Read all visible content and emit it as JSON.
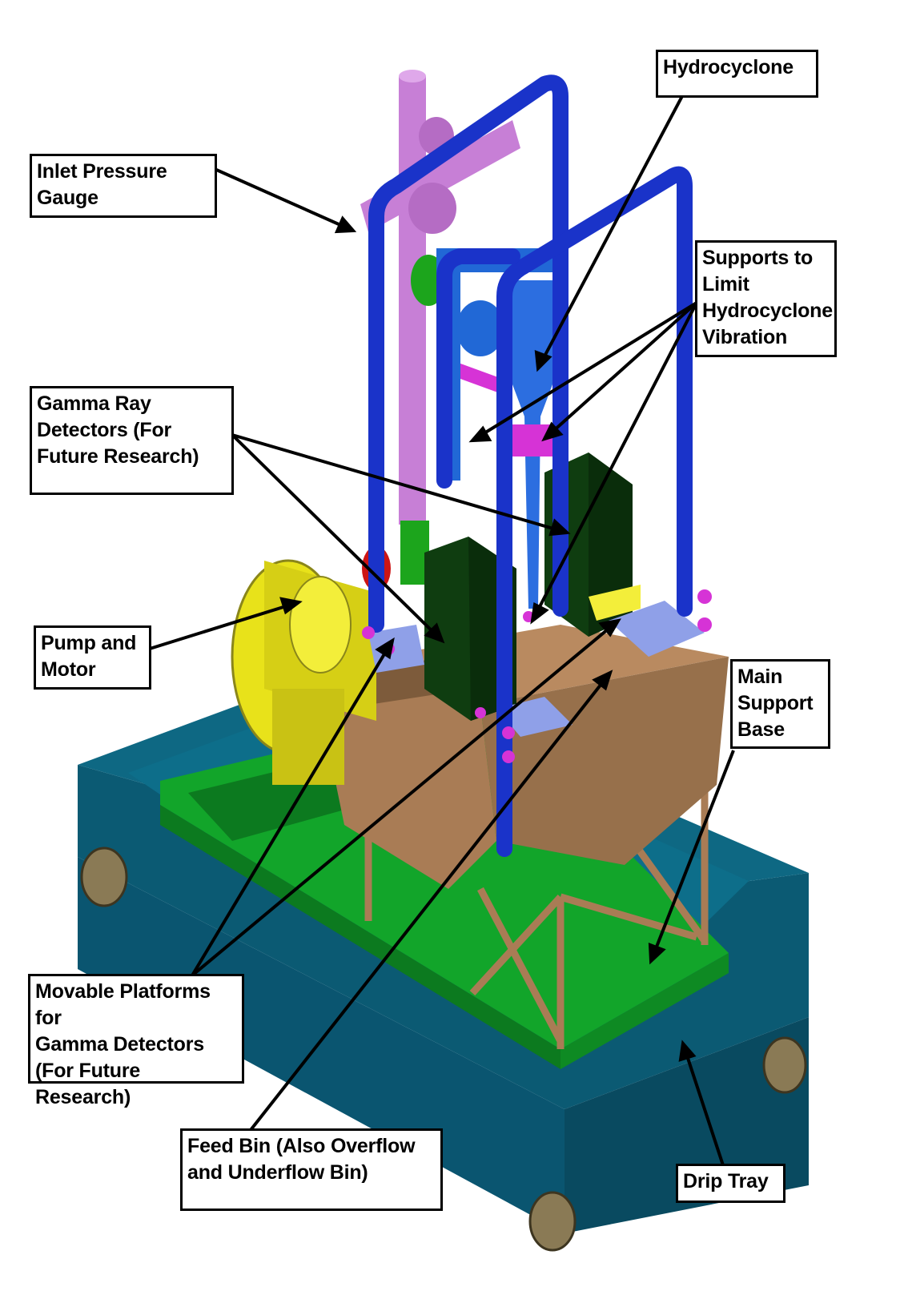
{
  "diagram": {
    "colors": {
      "drip_tray": "#0b5a73",
      "base_green": "#12a52a",
      "frame_tan": "#a97c55",
      "pipe_blue": "#1a33c9",
      "inlet_pipe": "#c77fd6",
      "pump_yellow": "#e8e21a",
      "detector_green": "#0f3d10",
      "platform": "#8fa0e8"
    },
    "labels": {
      "hydrocyclone": "Hydrocyclone",
      "inlet_pressure_gauge": "Inlet Pressure\nGauge",
      "supports": "Supports to\nLimit\nHydrocyclone\nVibration",
      "gamma_ray_detectors": "Gamma Ray\nDetectors (For\nFuture Research)",
      "pump_and_motor": "Pump and\nMotor",
      "main_support_base": "Main\nSupport\nBase",
      "movable_platforms": "Movable Platforms for\nGamma Detectors\n(For Future Research)",
      "feed_bin": "Feed Bin (Also Overflow\nand Underflow Bin)",
      "drip_tray": "Drip Tray"
    }
  }
}
